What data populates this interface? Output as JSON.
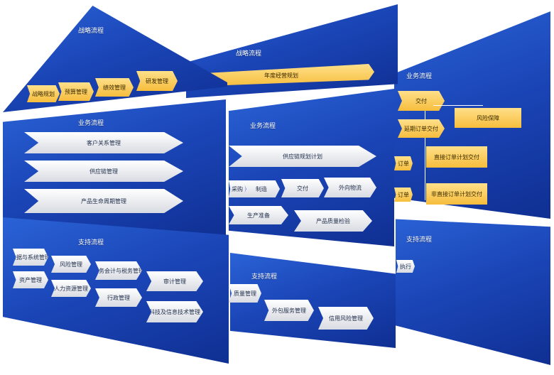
{
  "left": {
    "top": {
      "title": "战略流程",
      "steps": [
        "战略规划",
        "预算管理",
        "绩效管理",
        "研发管理"
      ]
    },
    "mid": {
      "title": "业务流程",
      "steps": [
        "客户关系管理",
        "供应链管理",
        "产品生命周期管理"
      ]
    },
    "bot": {
      "title": "支持流程",
      "steps": [
        "数据与系统管理",
        "风险管理",
        "财务会计与税务管理",
        "审计管理",
        "资产管理",
        "人力资源管理",
        "行政管理",
        "科技及信息技术管理"
      ]
    }
  },
  "center": {
    "top": {
      "title": "战略流程",
      "steps": [
        "年度经营规划"
      ]
    },
    "mid": {
      "title": "业务流程",
      "plan": "供应链规划计划",
      "row1": [
        "采购",
        "制造",
        "交付",
        "外向物流"
      ],
      "row2": [
        "生产准备",
        "产品质量检验"
      ]
    },
    "bot": {
      "title": "支持流程",
      "steps": [
        "质量管理",
        "外包服务管理",
        "信用风险管理"
      ]
    }
  },
  "right": {
    "top": {
      "title": "业务流程",
      "deliver": "交付",
      "sub1": "延期订单交付",
      "sub2": "风险保障",
      "s1": "订单",
      "s2": "订单",
      "b1": "直接订单计划交付",
      "b2": "非直接订单计划交付"
    },
    "bot": {
      "title": "支持流程",
      "steps": [
        "执行"
      ]
    }
  }
}
